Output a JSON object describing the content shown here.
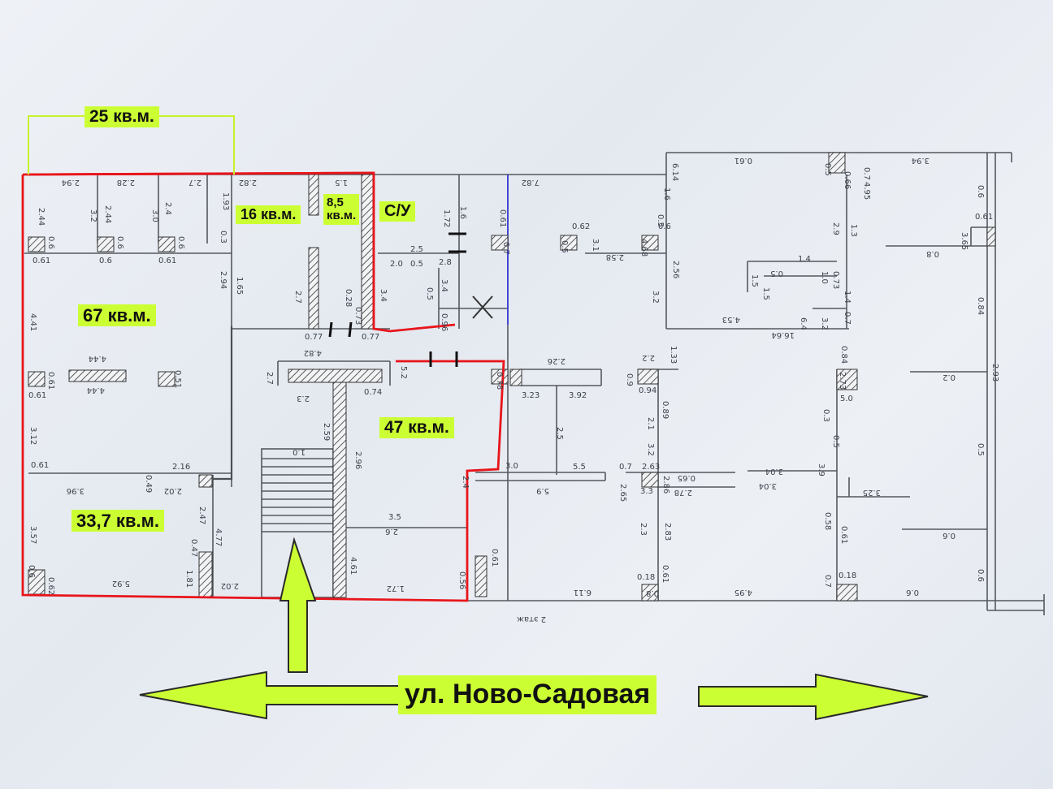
{
  "labels": {
    "a25": "25 кв.м.",
    "a16": "16 кв.м.",
    "a85_line1": "8,5",
    "a85_line2": "кв.м.",
    "wc": "С/У",
    "a67": "67 кв.м.",
    "a47": "47 кв.м.",
    "a337": "33,7 кв.м.",
    "street": "ул. Ново-Садовая"
  },
  "floor_note": "2 этаж",
  "dims": {
    "d1": "2.94",
    "d2": "2.28",
    "d3": "2.7",
    "d4": "2.82",
    "d5": "1.5",
    "d6": "7.82",
    "d7": "2.44",
    "d8": "3.2",
    "d9": "2.44",
    "d10": "3.0",
    "d11": "2.4",
    "d12": "1.93",
    "d13": "0.6",
    "d14": "0.6",
    "d15": "0.6",
    "d16": "0.3",
    "d17": "0.61",
    "d18": "0.6",
    "d19": "0.61",
    "d20": "2.94",
    "d21": "1.65",
    "d22": "4.41",
    "d23": "4.44",
    "d24": "0.61",
    "d25": "0.51",
    "d26": "4.44",
    "d27": "0.61",
    "d28": "3.12",
    "d29": "0.61",
    "d30": "2.16",
    "d31": "3.96",
    "d32": "0.49",
    "d33": "2.02",
    "d34": "2.47",
    "d35": "4.77",
    "d36": "0.47",
    "d37": "3.57",
    "d38": "0.6",
    "d39": "0.62",
    "d40": "5.92",
    "d41": "1.81",
    "d42": "2.02",
    "d43": "0.77",
    "d44": "0.77",
    "d45": "4.82",
    "d46": "2.7",
    "d47": "0.28",
    "d48": "0.73",
    "d49": "3.4",
    "d50": "1.72",
    "d51": "1.6",
    "d52": "2.5",
    "d53": "2.0",
    "d54": "0.5",
    "d55": "2.8",
    "d56": "3.4",
    "d57": "0.5",
    "d58": "0.96",
    "d59": "2.7",
    "d60": "2.3",
    "d61": "2.59",
    "d62": "1.0",
    "d63": "0.74",
    "d64": "5.2",
    "d65": "2.96",
    "d66": "3.5",
    "d67": "2.6",
    "d68": "4.61",
    "d69": "1.72",
    "d70": "0.56",
    "d71": "2.4",
    "d72": "0.61",
    "d73": "0.78",
    "d74": "3.23",
    "d75": "2.26",
    "d76": "3.92",
    "d77": "2.5",
    "d78": "3.0",
    "d79": "5.5",
    "d80": "5.9",
    "d81": "6.11",
    "d82": "4.95",
    "d83": "0.6",
    "d84": "0.61",
    "d85": "0.7",
    "d86": "6.14",
    "d87": "0.61",
    "d88": "0.5",
    "d89": "0.66",
    "d90": "0.7",
    "d91": "4.95",
    "d92": "3.94",
    "d93": "0.6",
    "d94": "0.61",
    "d95": "3.65",
    "d96": "0.8",
    "d97": "1.6",
    "d98": "0.5",
    "d99": "0.6",
    "d100": "0.62",
    "d101": "0.5",
    "d102": "3.1",
    "d103": "4.68",
    "d104": "2.58",
    "d105": "2.56",
    "d106": "3.2",
    "d107": "2.9",
    "d108": "1.3",
    "d109": "1.4",
    "d110": "0.5",
    "d111": "1.0",
    "d112": "0.73",
    "d113": "1.4",
    "d114": "0.7",
    "d115": "3.2",
    "d116": "6.4",
    "d117": "1.5",
    "d118": "1.5",
    "d119": "4.53",
    "d120": "16.64",
    "d121": "1.33",
    "d122": "0.84",
    "d123": "0.84",
    "d124": "2.93",
    "d125": "2.2",
    "d126": "0.9",
    "d127": "0.94",
    "d128": "0.89",
    "d129": "2.1",
    "d130": "3.2",
    "d131": "2.73",
    "d132": "5.0",
    "d133": "0.2",
    "d134": "0.3",
    "d135": "0.5",
    "d136": "0.5",
    "d137": "0.7",
    "d138": "2.65",
    "d139": "2.63",
    "d140": "2.86",
    "d141": "3.3",
    "d142": "0.65",
    "d143": "2.78",
    "d144": "3.04",
    "d145": "3.04",
    "d146": "3.9",
    "d147": "3.25",
    "d148": "2.3",
    "d149": "2.83",
    "d150": "0.58",
    "d151": "0.61",
    "d152": "0.6",
    "d153": "0.6",
    "d154": "0.61",
    "d155": "0.18",
    "d156": "0.8",
    "d157": "0.7",
    "d158": "0.18"
  },
  "colors": {
    "highlight": "#ccff33",
    "boundary_red": "#e8151b",
    "boundary_yellow": "#c8f22a",
    "arrow": "#ccff33",
    "blue_line": "#2a2ee6"
  }
}
